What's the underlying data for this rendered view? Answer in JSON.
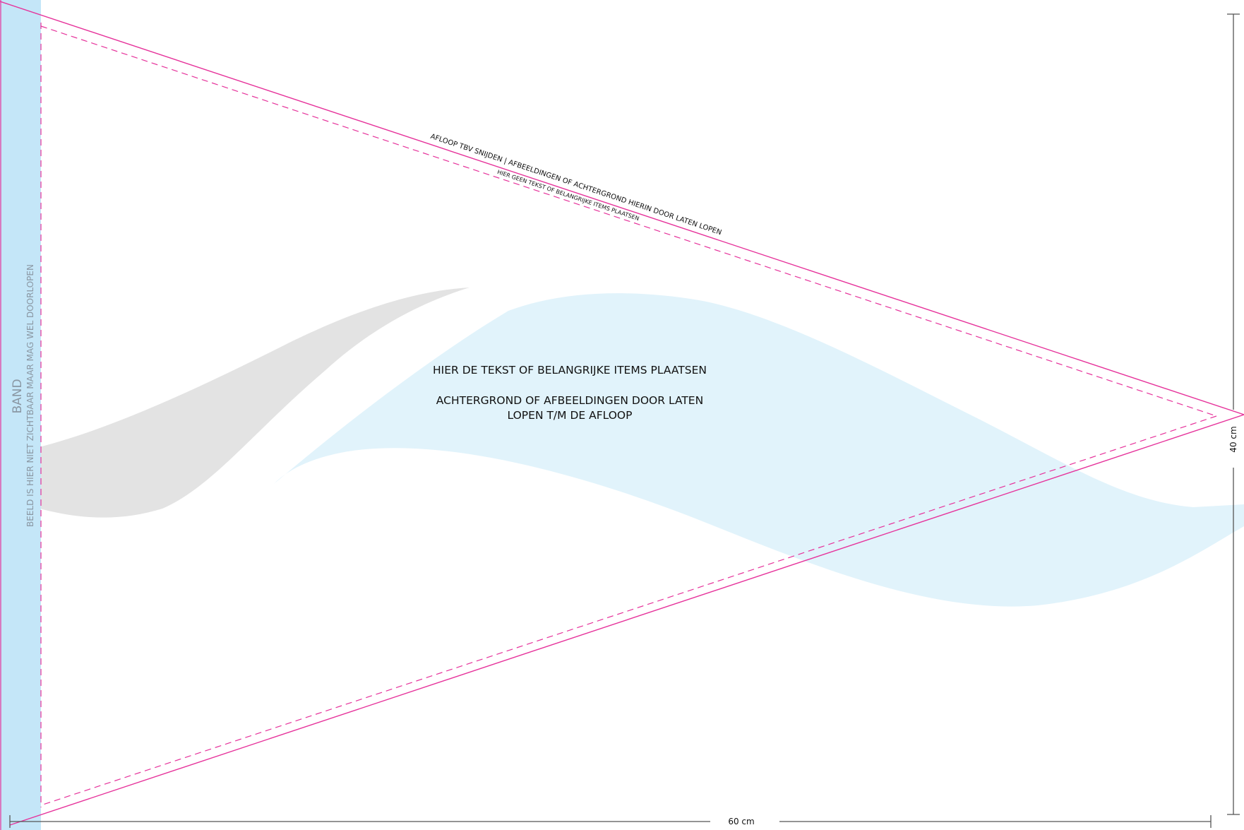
{
  "labels": {
    "bleed": "AFLOOP TBV SNIJDEN | AFBEELDINGEN OF ACHTERGROND HIERIN  DOOR LATEN LOPEN",
    "safe": "HIER GEEN TEKST OF BELANGRIJKE ITEMS PLAATSEN",
    "center_line1": "HIER DE TEKST OF BELANGRIJKE ITEMS PLAATSEN",
    "center_line2": "ACHTERGROND OF AFBEELDINGEN DOOR LATEN",
    "center_line3": "LOPEN T/M DE AFLOOP",
    "band_title": "BAND",
    "band_note": "BEELD IS HIER NIET ZICHTBAAR MAAR MAG WEL DOORLOPEN",
    "width_dim": "60 cm",
    "height_dim": "40 cm"
  },
  "colors": {
    "trim_line": "#e6339b",
    "band_fill": "#c4e6f8",
    "band_text": "#8a97a3",
    "wave_gray": "#e3e3e3",
    "wave_blue": "#e1f3fb",
    "dimension": "#555555",
    "text": "#111111"
  }
}
